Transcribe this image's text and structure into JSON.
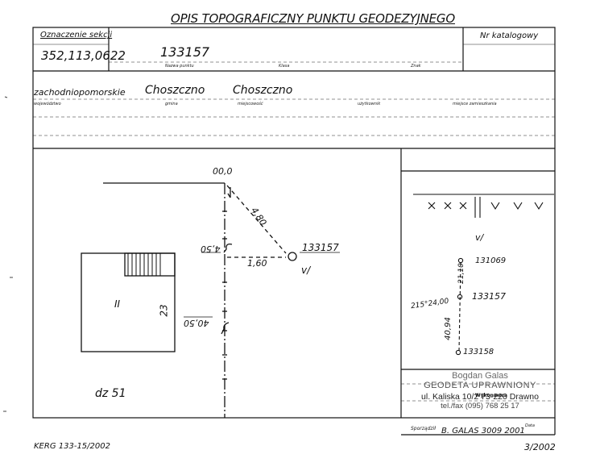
{
  "header": {
    "title": "OPIS TOPOGRAFICZNY PUNKTU GEODEZYJNEGO",
    "section_label": "Oznaczenie sekcji",
    "section_value": "352,113,0622",
    "catalog_label": "Nr katalogowy",
    "point_name_value": "133157",
    "point_name_label": "Nazwa punktu",
    "class_label": "Klasa",
    "sign_label": "Znak"
  },
  "location": {
    "voivodeship_value": "zachodniopomorskie",
    "voivodeship_label": "województwo",
    "commune_value": "Choszczno",
    "commune_label": "gmina",
    "locality_value": "Choszczno",
    "locality_label": "miejscowość",
    "user_label": "użytkownik",
    "residence_label": "miejsce zamieszkania"
  },
  "sketch": {
    "top_measure": "00,0",
    "diag_measure": "4,80",
    "left_measure": "4,50",
    "bottom_measure": "1,60",
    "point_id": "133157",
    "point_mark": "v/",
    "building_number": "II",
    "building_dim": "23",
    "lower_measure": "40,50",
    "parcel": "dz 51"
  },
  "location_sketch": {
    "mark_top": "v/",
    "point_top": "131069",
    "dist_top": "21,10",
    "point_mid": "133157",
    "angle": "215°24,00",
    "dist_bottom": "40,94",
    "point_bottom": "133158"
  },
  "stamp": {
    "line1": "Bogdan Galas",
    "line2": "GEODETA UPRAWNIONY",
    "line3": "ul. Kaliska 10/2 73-220 Drawno",
    "line4": "tel./fax (095) 768 25 17",
    "overlay": "Wykonawca"
  },
  "footer": {
    "prepared_label": "Sporządził",
    "prepared_value": "B. GALAS 3009 2001",
    "date_label": "Data",
    "doc_ref": "KERG 133-15/2002",
    "date_right": "3/2002"
  }
}
